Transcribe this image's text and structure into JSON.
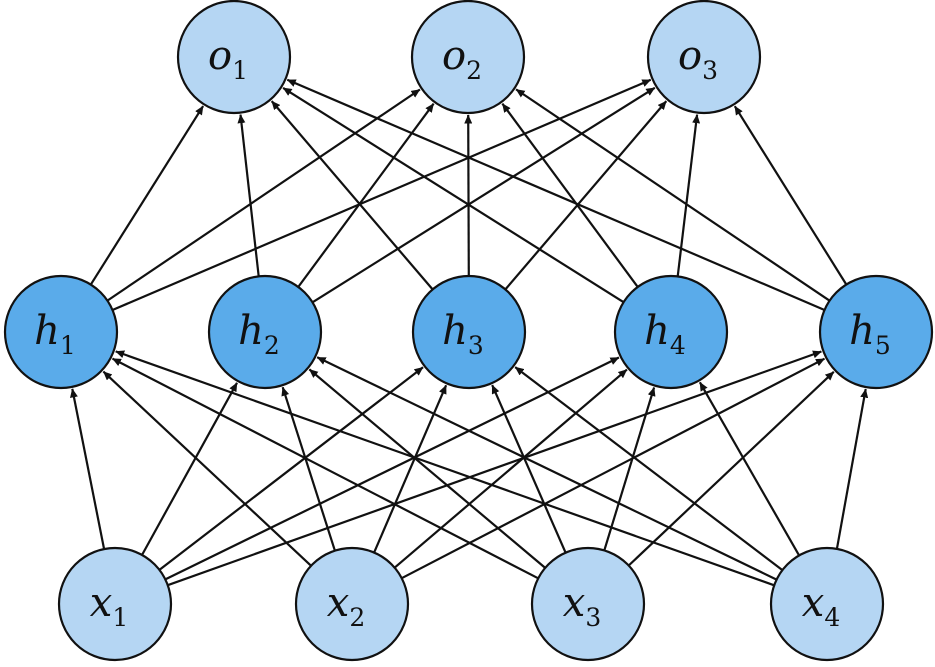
{
  "colors": {
    "input_fill": "#b5d6f3",
    "hidden_fill": "#5aabea",
    "output_fill": "#b5d6f3",
    "stroke": "#111111"
  },
  "layers": {
    "outputs": [
      {
        "id": "o1",
        "letter": "o",
        "sub": "1"
      },
      {
        "id": "o2",
        "letter": "o",
        "sub": "2"
      },
      {
        "id": "o3",
        "letter": "o",
        "sub": "3"
      }
    ],
    "hidden": [
      {
        "id": "h1",
        "letter": "h",
        "sub": "1"
      },
      {
        "id": "h2",
        "letter": "h",
        "sub": "2"
      },
      {
        "id": "h3",
        "letter": "h",
        "sub": "3"
      },
      {
        "id": "h4",
        "letter": "h",
        "sub": "4"
      },
      {
        "id": "h5",
        "letter": "h",
        "sub": "5"
      }
    ],
    "inputs": [
      {
        "id": "x1",
        "letter": "x",
        "sub": "1"
      },
      {
        "id": "x2",
        "letter": "x",
        "sub": "2"
      },
      {
        "id": "x3",
        "letter": "x",
        "sub": "3"
      },
      {
        "id": "x4",
        "letter": "x",
        "sub": "4"
      }
    ]
  },
  "connectivity": "fully-connected"
}
